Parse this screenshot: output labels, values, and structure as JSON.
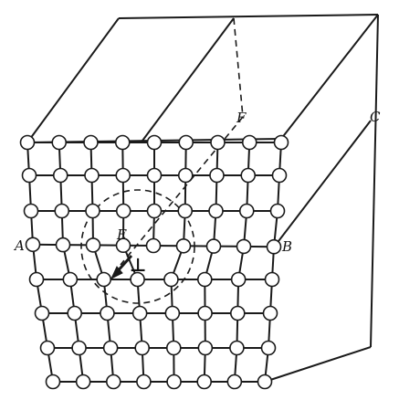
{
  "labels": {
    "A": "A",
    "B": "B",
    "C": "C",
    "E": "E",
    "F": "F",
    "dislocation_symbol": "⊥"
  },
  "lattice": {
    "rows": 8,
    "columns": 8
  },
  "colors": {
    "ink": "#1a1a1a",
    "atom_fill": "#ffffff"
  }
}
